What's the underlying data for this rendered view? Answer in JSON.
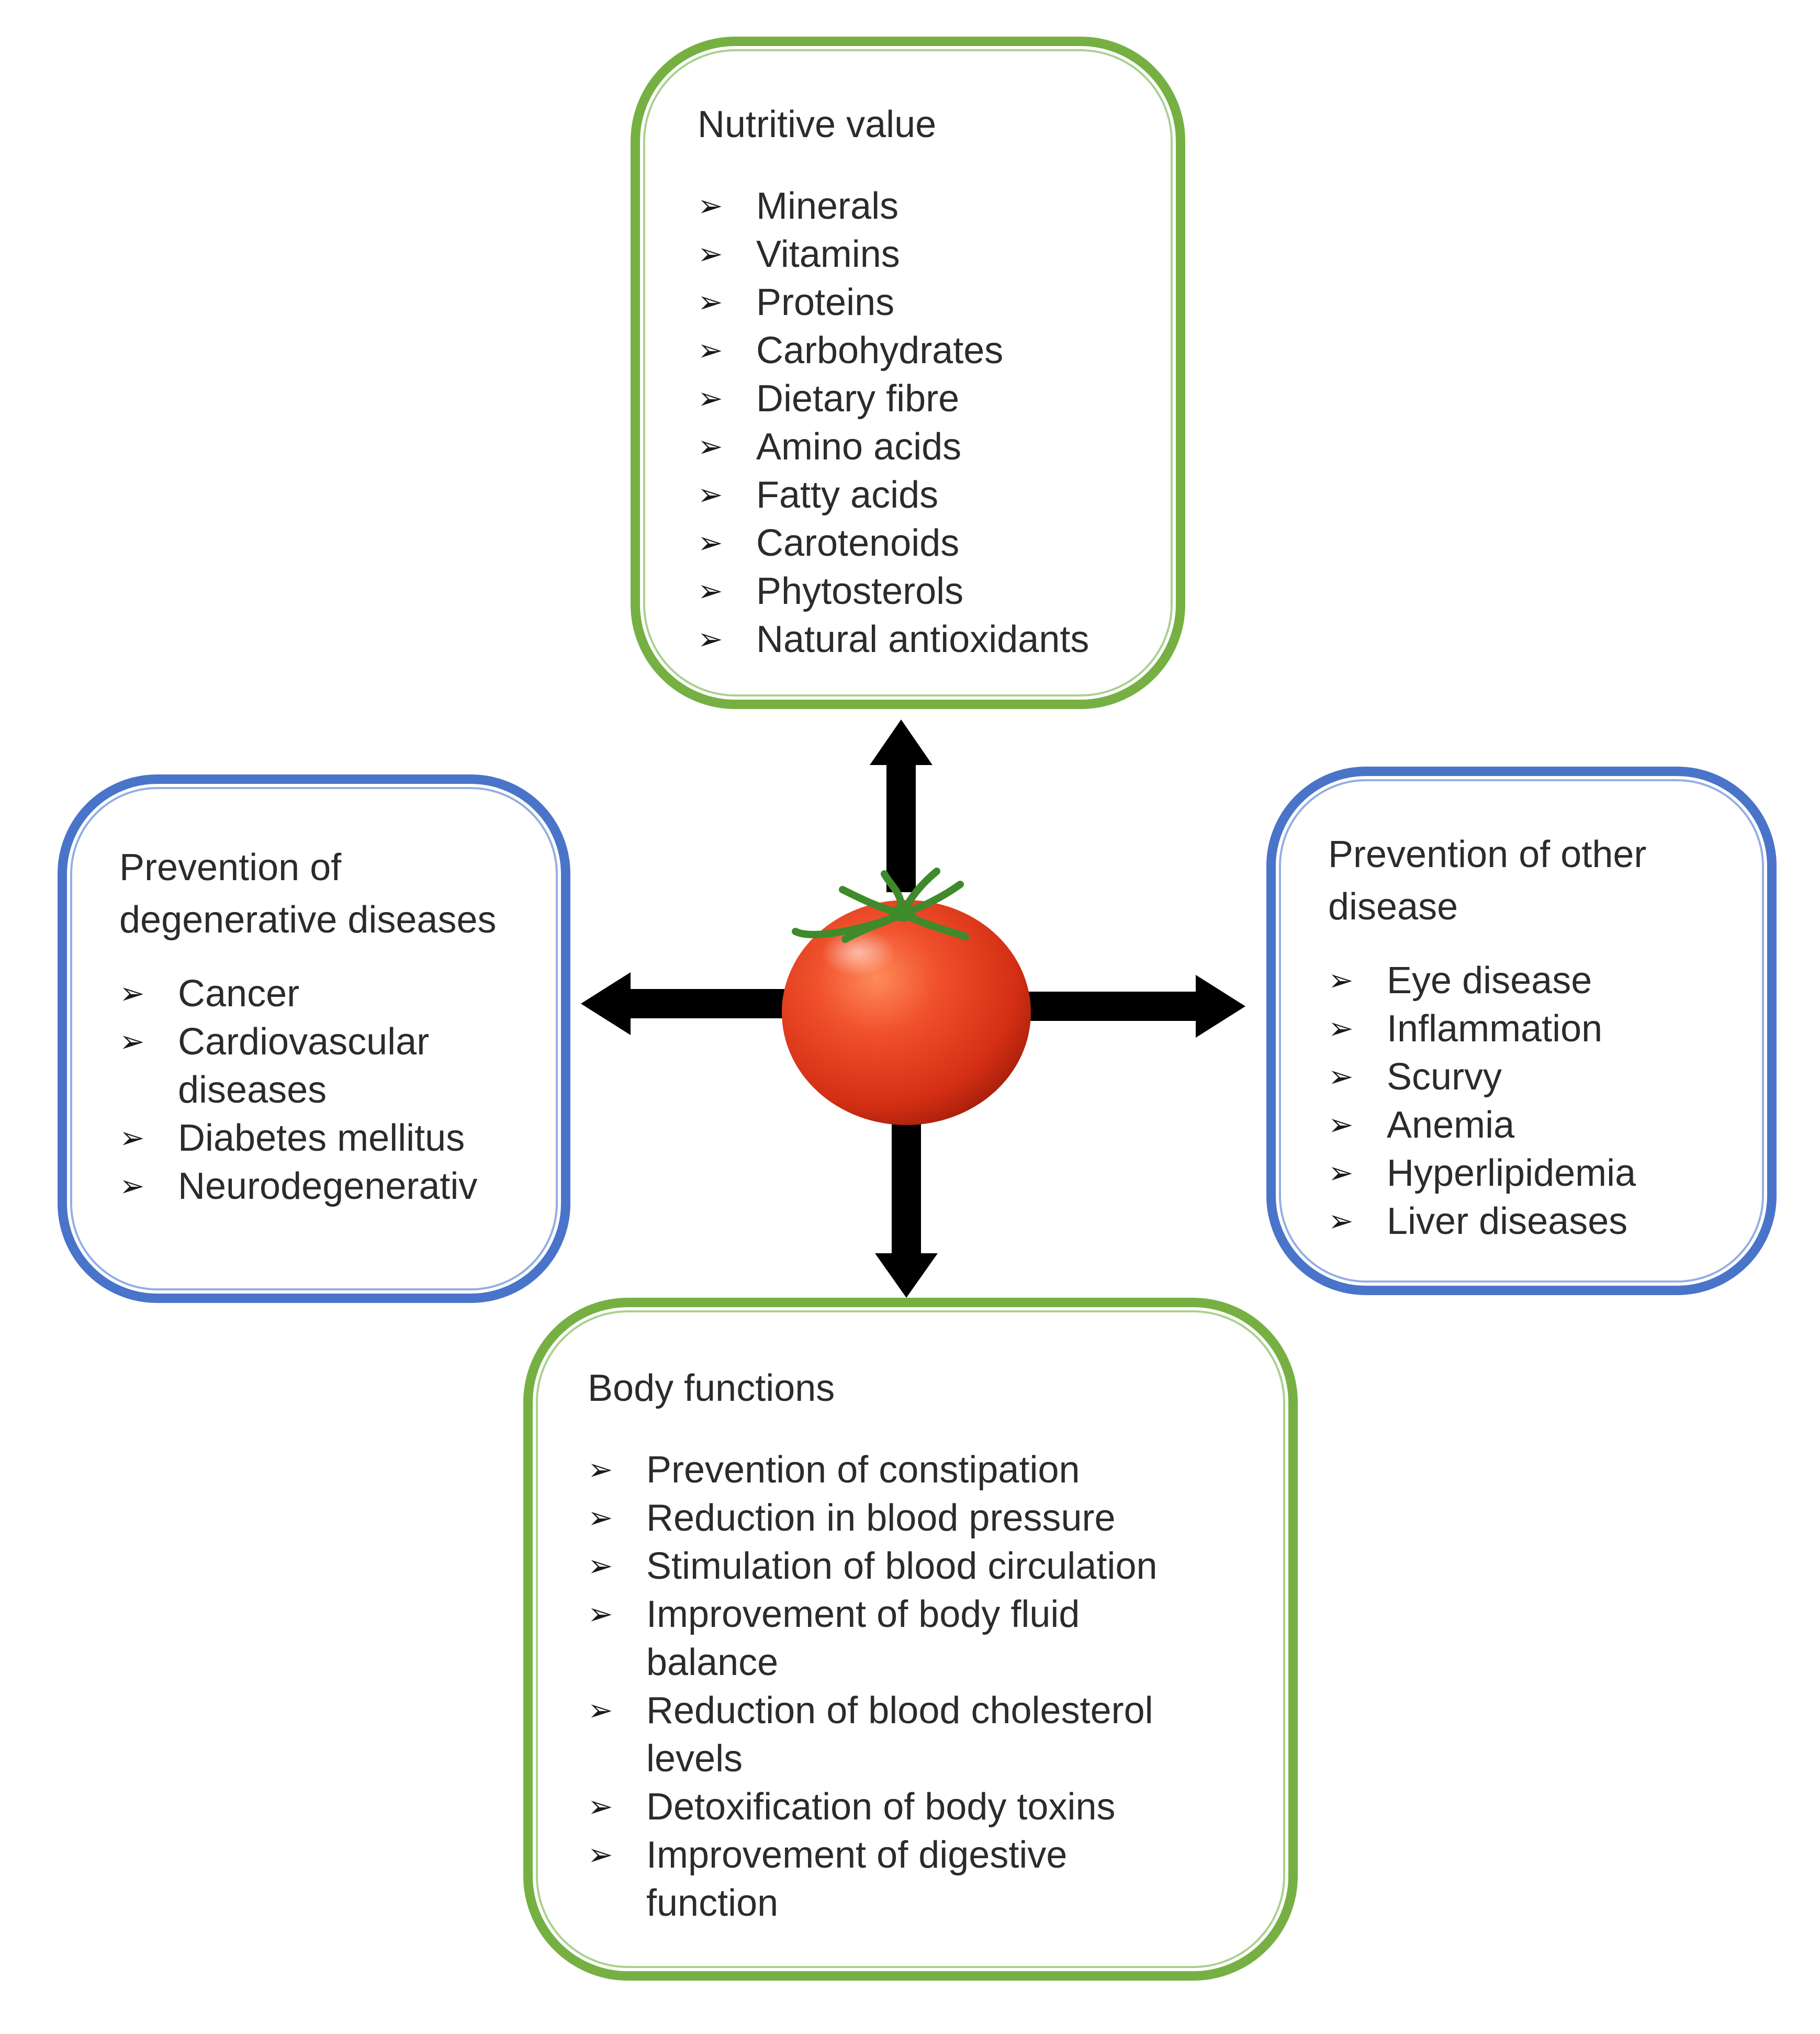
{
  "center": {
    "image": "tomato-icon"
  },
  "colors": {
    "green_border": "#76b043",
    "blue_border": "#4a74c9",
    "arrow": "#000000",
    "tomato": "#e23a1e"
  },
  "nutritive": {
    "title": "Nutritive value",
    "items": [
      "Minerals",
      "Vitamins",
      "Proteins",
      "Carbohydrates",
      "Dietary fibre",
      "Amino acids",
      "Fatty acids",
      "Carotenoids",
      "Phytosterols",
      "Natural antioxidants"
    ]
  },
  "degenerative": {
    "title": "Prevention of degenerative diseases",
    "items": [
      "Cancer",
      "Cardiovascular diseases",
      "Diabetes mellitus",
      "Neurodegenerativ"
    ]
  },
  "other_disease": {
    "title": "Prevention of other disease",
    "items": [
      "Eye disease",
      "Inflammation",
      "Scurvy",
      "Anemia",
      "Hyperlipidemia",
      "Liver diseases"
    ]
  },
  "body_functions": {
    "title": "Body functions",
    "items": [
      "Prevention of constipation",
      "Reduction in blood pressure",
      "Stimulation of blood circulation",
      "Improvement of body fluid balance",
      "Reduction of blood cholesterol levels",
      "Detoxification of body toxins",
      "Improvement of digestive function"
    ]
  }
}
